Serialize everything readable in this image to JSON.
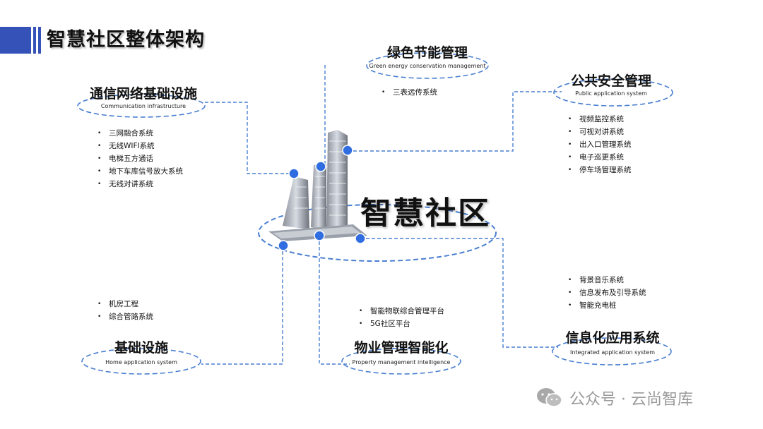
{
  "page_title": "智慧社区整体架构",
  "center": {
    "title": "智慧社区"
  },
  "nodes": {
    "communication": {
      "title": "通信网络基础设施",
      "subtitle": "Communication infrastructure",
      "items": [
        "三网融合系统",
        "无线WIFI系统",
        "电梯五方通话",
        "地下车库信号放大系统",
        "无线对讲系统"
      ]
    },
    "green": {
      "title": "绿色节能管理",
      "subtitle": "Green energy conservation management",
      "items": [
        "三表远传系统"
      ]
    },
    "public_safety": {
      "title": "公共安全管理",
      "subtitle": "Public application system",
      "items": [
        "视频监控系统",
        "可视对讲系统",
        "出入口管理系统",
        "电子巡更系统",
        "停车场管理系统"
      ]
    },
    "infrastructure": {
      "title": "基础设施",
      "subtitle": "Home application system",
      "items": [
        "机房工程",
        "综合管路系统"
      ]
    },
    "property": {
      "title": "物业管理智能化",
      "subtitle": "Property management intelligence",
      "items": [
        "智能物联综合管理平台",
        "5G社区平台"
      ]
    },
    "info_app": {
      "title": "信息化应用系统",
      "subtitle": "Integrated application system",
      "items": [
        "背景音乐系统",
        "信息发布及引导系统",
        "智能充电桩"
      ]
    }
  },
  "watermark": {
    "text": "公众号 · 云尚智库",
    "icon": "wechat-icon"
  },
  "colors": {
    "accent": "#3a5bc7",
    "dash": "#4a7fd0",
    "dot": "#2f6de0",
    "title_bar": "#3552b8"
  }
}
